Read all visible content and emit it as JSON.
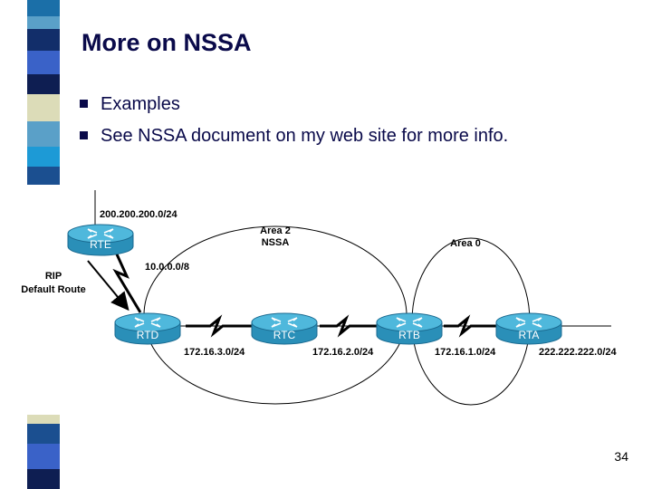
{
  "slide": {
    "title": "More on NSSA",
    "bullets": [
      "Examples",
      "See NSSA document on my web site for more info."
    ],
    "page_number": "34"
  },
  "diagram": {
    "routers": {
      "rte": "RTE",
      "rtd": "RTD",
      "rtc": "RTC",
      "rtb": "RTB",
      "rta": "RTA"
    },
    "networks": {
      "n200": "200.200.200.0/24",
      "n10": "10.0.0.0/8",
      "n172_3": "172.16.3.0/24",
      "n172_2": "172.16.2.0/24",
      "n172_1": "172.16.1.0/24",
      "n222": "222.222.222.0/24"
    },
    "areas": {
      "area2_line1": "Area 2",
      "area2_line2": "NSSA",
      "area0": "Area 0"
    },
    "rip": {
      "line1": "RIP",
      "line2": "Default Route"
    }
  },
  "colors": {
    "title": "#0a0a4a",
    "router_body": "#2a8fb8",
    "router_top": "#4fb8dc"
  }
}
